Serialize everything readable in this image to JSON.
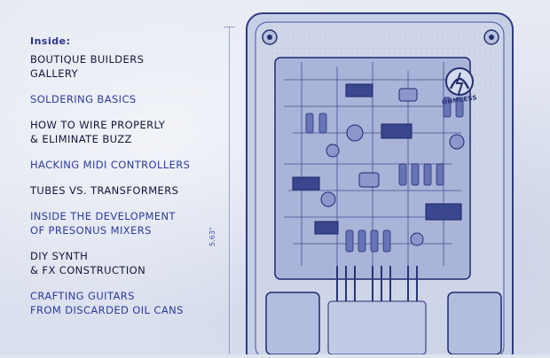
{
  "toc": {
    "heading": "Inside:",
    "items": [
      {
        "label": "Boutique Builders\nGallery",
        "color": "dark"
      },
      {
        "label": "Soldering Basics",
        "color": "blue"
      },
      {
        "label": "How to Wire Properly\n& Eliminate Buzz",
        "color": "dark"
      },
      {
        "label": "Hacking MIDI Controllers",
        "color": "blue"
      },
      {
        "label": "Tubes vs. Transformers",
        "color": "dark"
      },
      {
        "label": "Inside the Development\nof PreSonus Mixers",
        "color": "blue"
      },
      {
        "label": "DIY Synth\n& FX Construction",
        "color": "dark"
      },
      {
        "label": "Crafting Guitars\nfrom Discarded Oil Cans",
        "color": "blue"
      }
    ]
  },
  "dimension_label": "5.63\"",
  "brand_text": "OHMLESS",
  "colors": {
    "ink_dark": "#15163a",
    "ink_blue": "#2d3a9e",
    "paper": "#dfe4ef",
    "blueprint_line": "#3c50a0"
  }
}
